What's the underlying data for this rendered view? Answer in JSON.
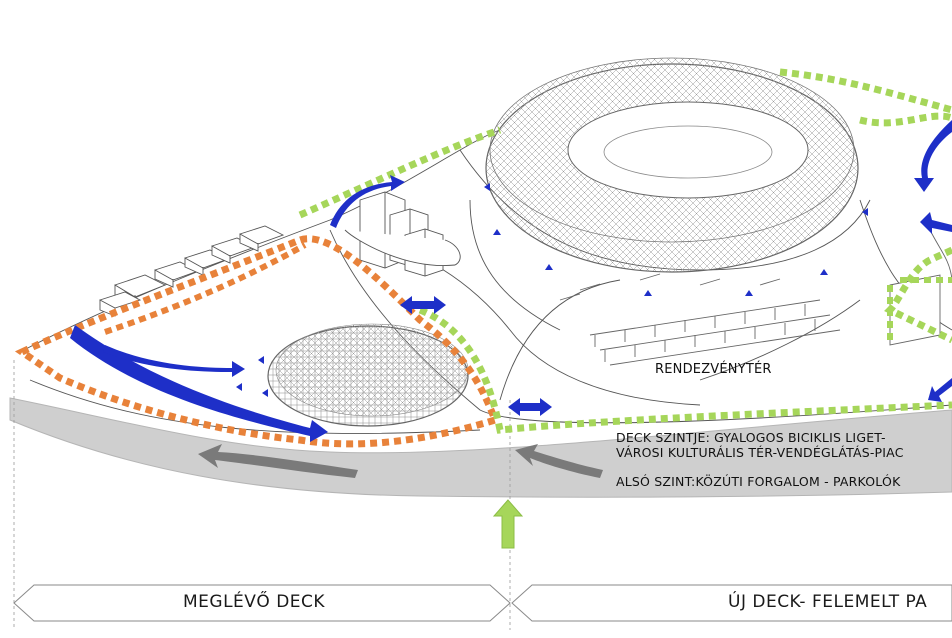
{
  "labels": {
    "plaza": "RENDEZVÉNYTÉR",
    "deck_level_line1": "DECK SZINTJE: GYALOGOS BICIKLIS LIGET-",
    "deck_level_line2": "VÁROSI KULTURÁLIS TÉR-VENDÉGLÁTÁS-PIAC",
    "lower_level": "ALSÓ SZINT:KÖZÚTI FORGALOM - PARKOLÓK"
  },
  "bands": {
    "existing": "MEGLÉVŐ DECK",
    "new": "ÚJ DECK- FELEMELT PA"
  },
  "colors": {
    "existing_deck_outline": "#e8823a",
    "new_deck_outline": "#a6d65a",
    "pedestrian_flow": "#1e2fc8",
    "vehicle_flow": "#7a7a7a",
    "road_ribbon": "#cfcfcf",
    "entry_arrow": "#a6d65a"
  },
  "icons": [
    "pedestrian-flow-arrow",
    "vehicle-flow-arrow",
    "entry-arrow",
    "double-arrow"
  ]
}
